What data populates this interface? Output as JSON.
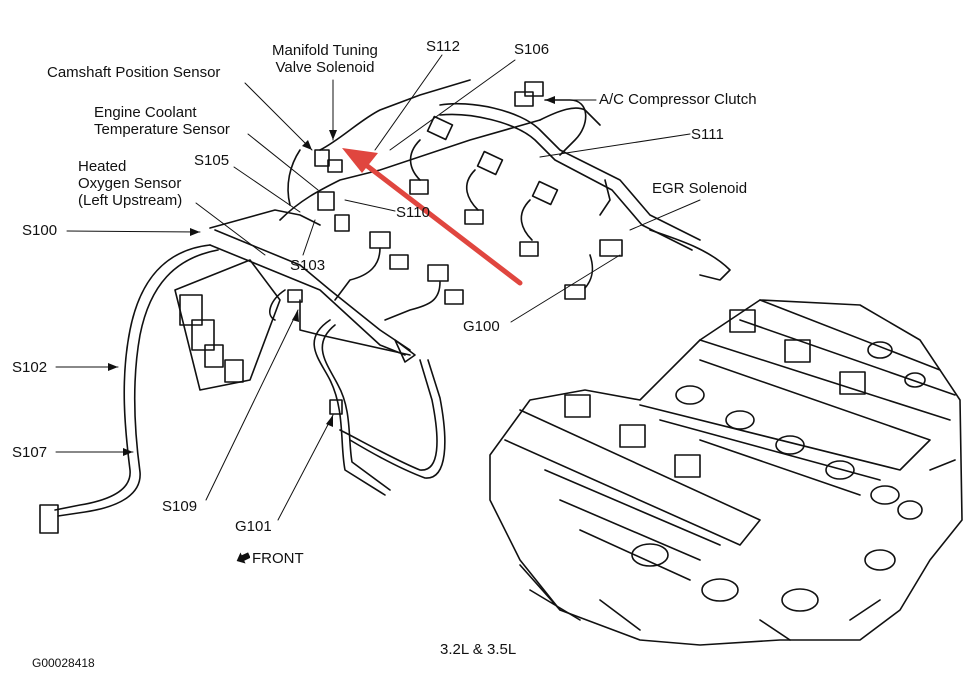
{
  "labels": {
    "camshaft_sensor": "Camshaft Position Sensor",
    "manifold_tuning_line1": "Manifold Tuning",
    "manifold_tuning_line2": "Valve Solenoid",
    "engine_coolant_line1": "Engine Coolant",
    "engine_coolant_line2": "Temperature Sensor",
    "heated_o2_line1": "Heated",
    "heated_o2_line2": "Oxygen Sensor",
    "heated_o2_line3": "(Left Upstream)",
    "ac_clutch": "A/C Compressor Clutch",
    "egr_solenoid": "EGR Solenoid",
    "s100": "S100",
    "s102": "S102",
    "s103": "S103",
    "s105": "S105",
    "s106": "S106",
    "s107": "S107",
    "s109": "S109",
    "s110": "S110",
    "s111": "S111",
    "s112": "S112",
    "g100": "G100",
    "g101": "G101"
  },
  "front_label": "FRONT",
  "engine_label": "3.2L & 3.5L",
  "figure_id": "G00028418",
  "colors": {
    "arrow": "#e0463f",
    "ink": "#111111"
  },
  "icons": {
    "front": "front-arrow-icon",
    "callout": "red-arrow"
  }
}
